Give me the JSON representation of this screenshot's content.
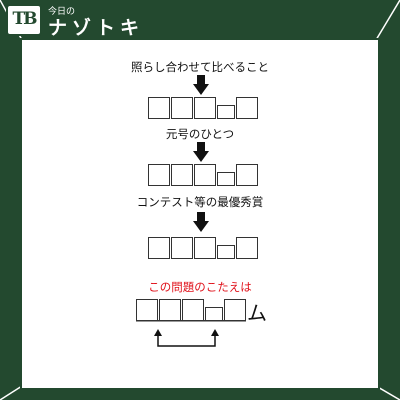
{
  "header": {
    "logo": "TB",
    "small_text": "今日の",
    "title": "ナゾトキ"
  },
  "puzzle": {
    "clues": [
      "照らし合わせて比べること",
      "元号のひとつ",
      "コンテスト等の最優秀賞"
    ],
    "answer_label": "この問題のこたえは",
    "answer_suffix": "ム"
  },
  "colors": {
    "frame": "#23492f",
    "answer_label": "#e0121b"
  },
  "icons": [
    "down-arrow-icon",
    "swap-bracket-arrow-icon"
  ]
}
